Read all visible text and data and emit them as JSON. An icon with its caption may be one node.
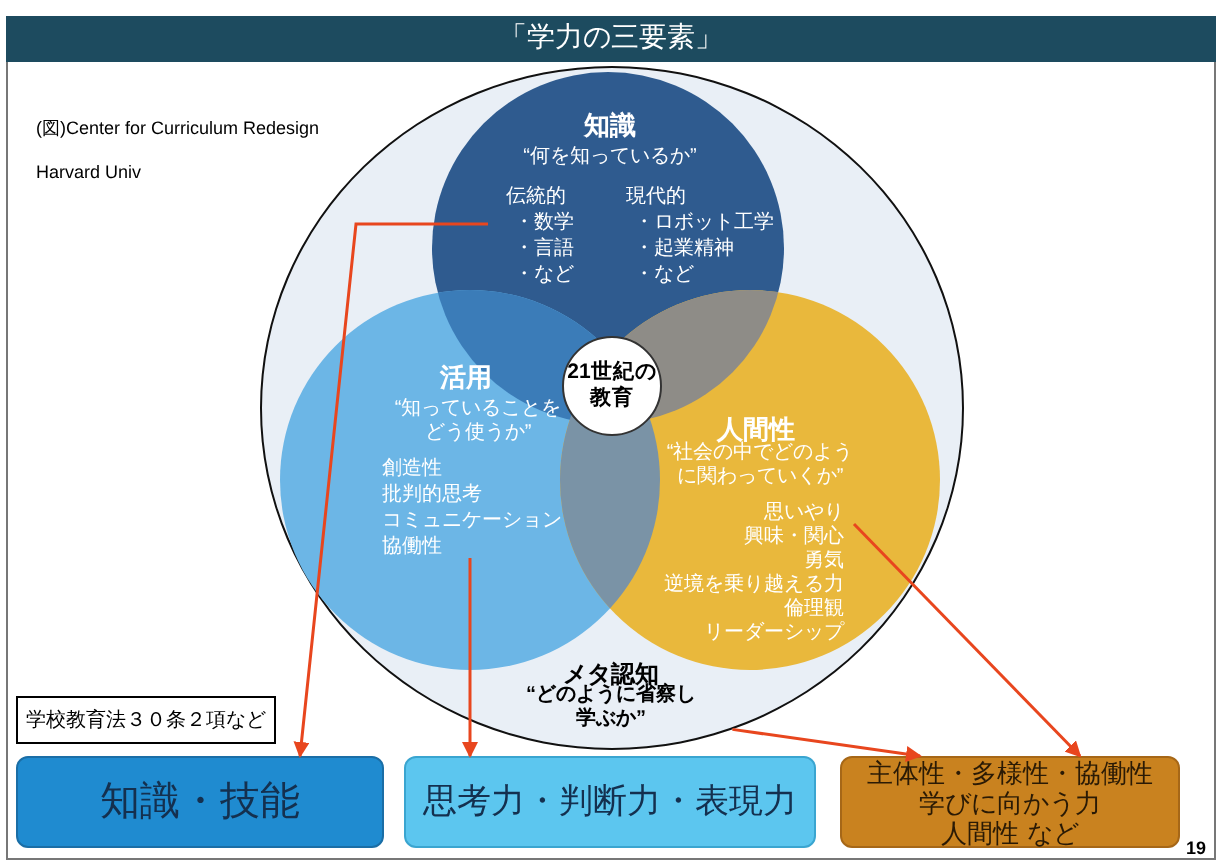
{
  "diagram": {
    "title": "「学力の三要素」",
    "nodes": [
      {
        "text": [
          "メタ認知",
          "“どのように省察し学ぶか”"
        ]
      },
      {
        "text": [
          "知識",
          "“何を知っているか”",
          "伝統的",
          "・数学",
          "・言語",
          "・など",
          "現代的",
          "・ロボット工学",
          "・起業精神",
          "・など"
        ],
        "in": 0
      },
      {
        "text": [
          "活用",
          "“知っていることをどう使うか”",
          "創造性",
          "批判的思考",
          "コミュニケーション",
          "協働性"
        ],
        "in": 0
      },
      {
        "text": [
          "人間性",
          "“社会の中でどのように関わっていくか”",
          "思いやり",
          "興味・関心",
          "勇気",
          "逆境を乗り越える力",
          "倫理観",
          "リーダーシップ"
        ],
        "in": 0
      },
      {
        "text": [
          "21世紀の教育"
        ],
        "in": 0
      },
      {
        "text": [
          "学校教育法３０条２項など"
        ]
      },
      {
        "text": [
          "知識・技能"
        ]
      },
      {
        "text": [
          "思考力・判断力・表現力"
        ]
      },
      {
        "text": [
          "主体性・多様性・協働性",
          "学びに向かう力",
          "人間性 など"
        ]
      }
    ],
    "edges": [
      {
        "from": 1,
        "to": 6,
        "arrow": "to"
      },
      {
        "from": 2,
        "to": 7,
        "arrow": "to"
      },
      {
        "from": 3,
        "to": 8,
        "arrow": "to"
      },
      {
        "from": 0,
        "to": 8,
        "arrow": "to"
      }
    ],
    "labels": [
      "(図)Center for Curriculum Redesign",
      "Harvard Univ",
      "19"
    ]
  }
}
